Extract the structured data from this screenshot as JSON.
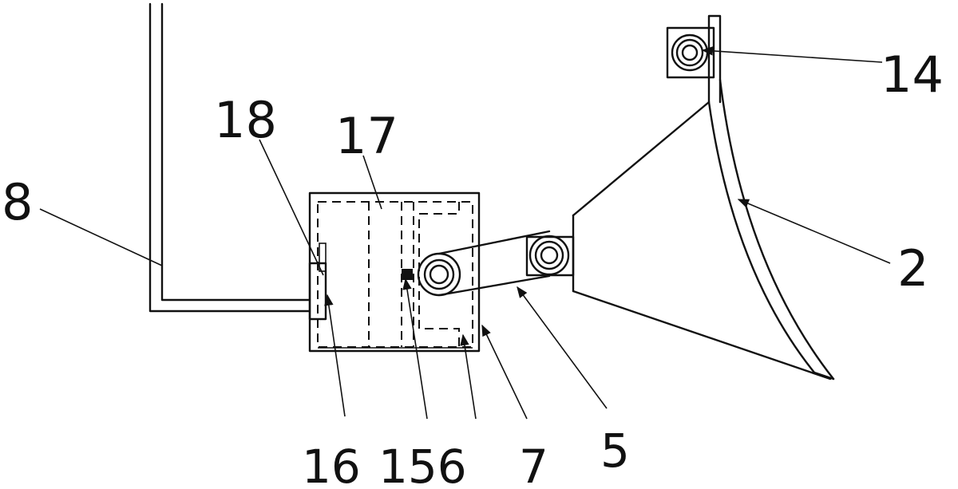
{
  "labels": {
    "l14": "14",
    "l18": "18",
    "l17": "17",
    "l8": "8",
    "l2": "2",
    "l16": "16",
    "l156": "156",
    "l7": "7",
    "l5": "5"
  }
}
